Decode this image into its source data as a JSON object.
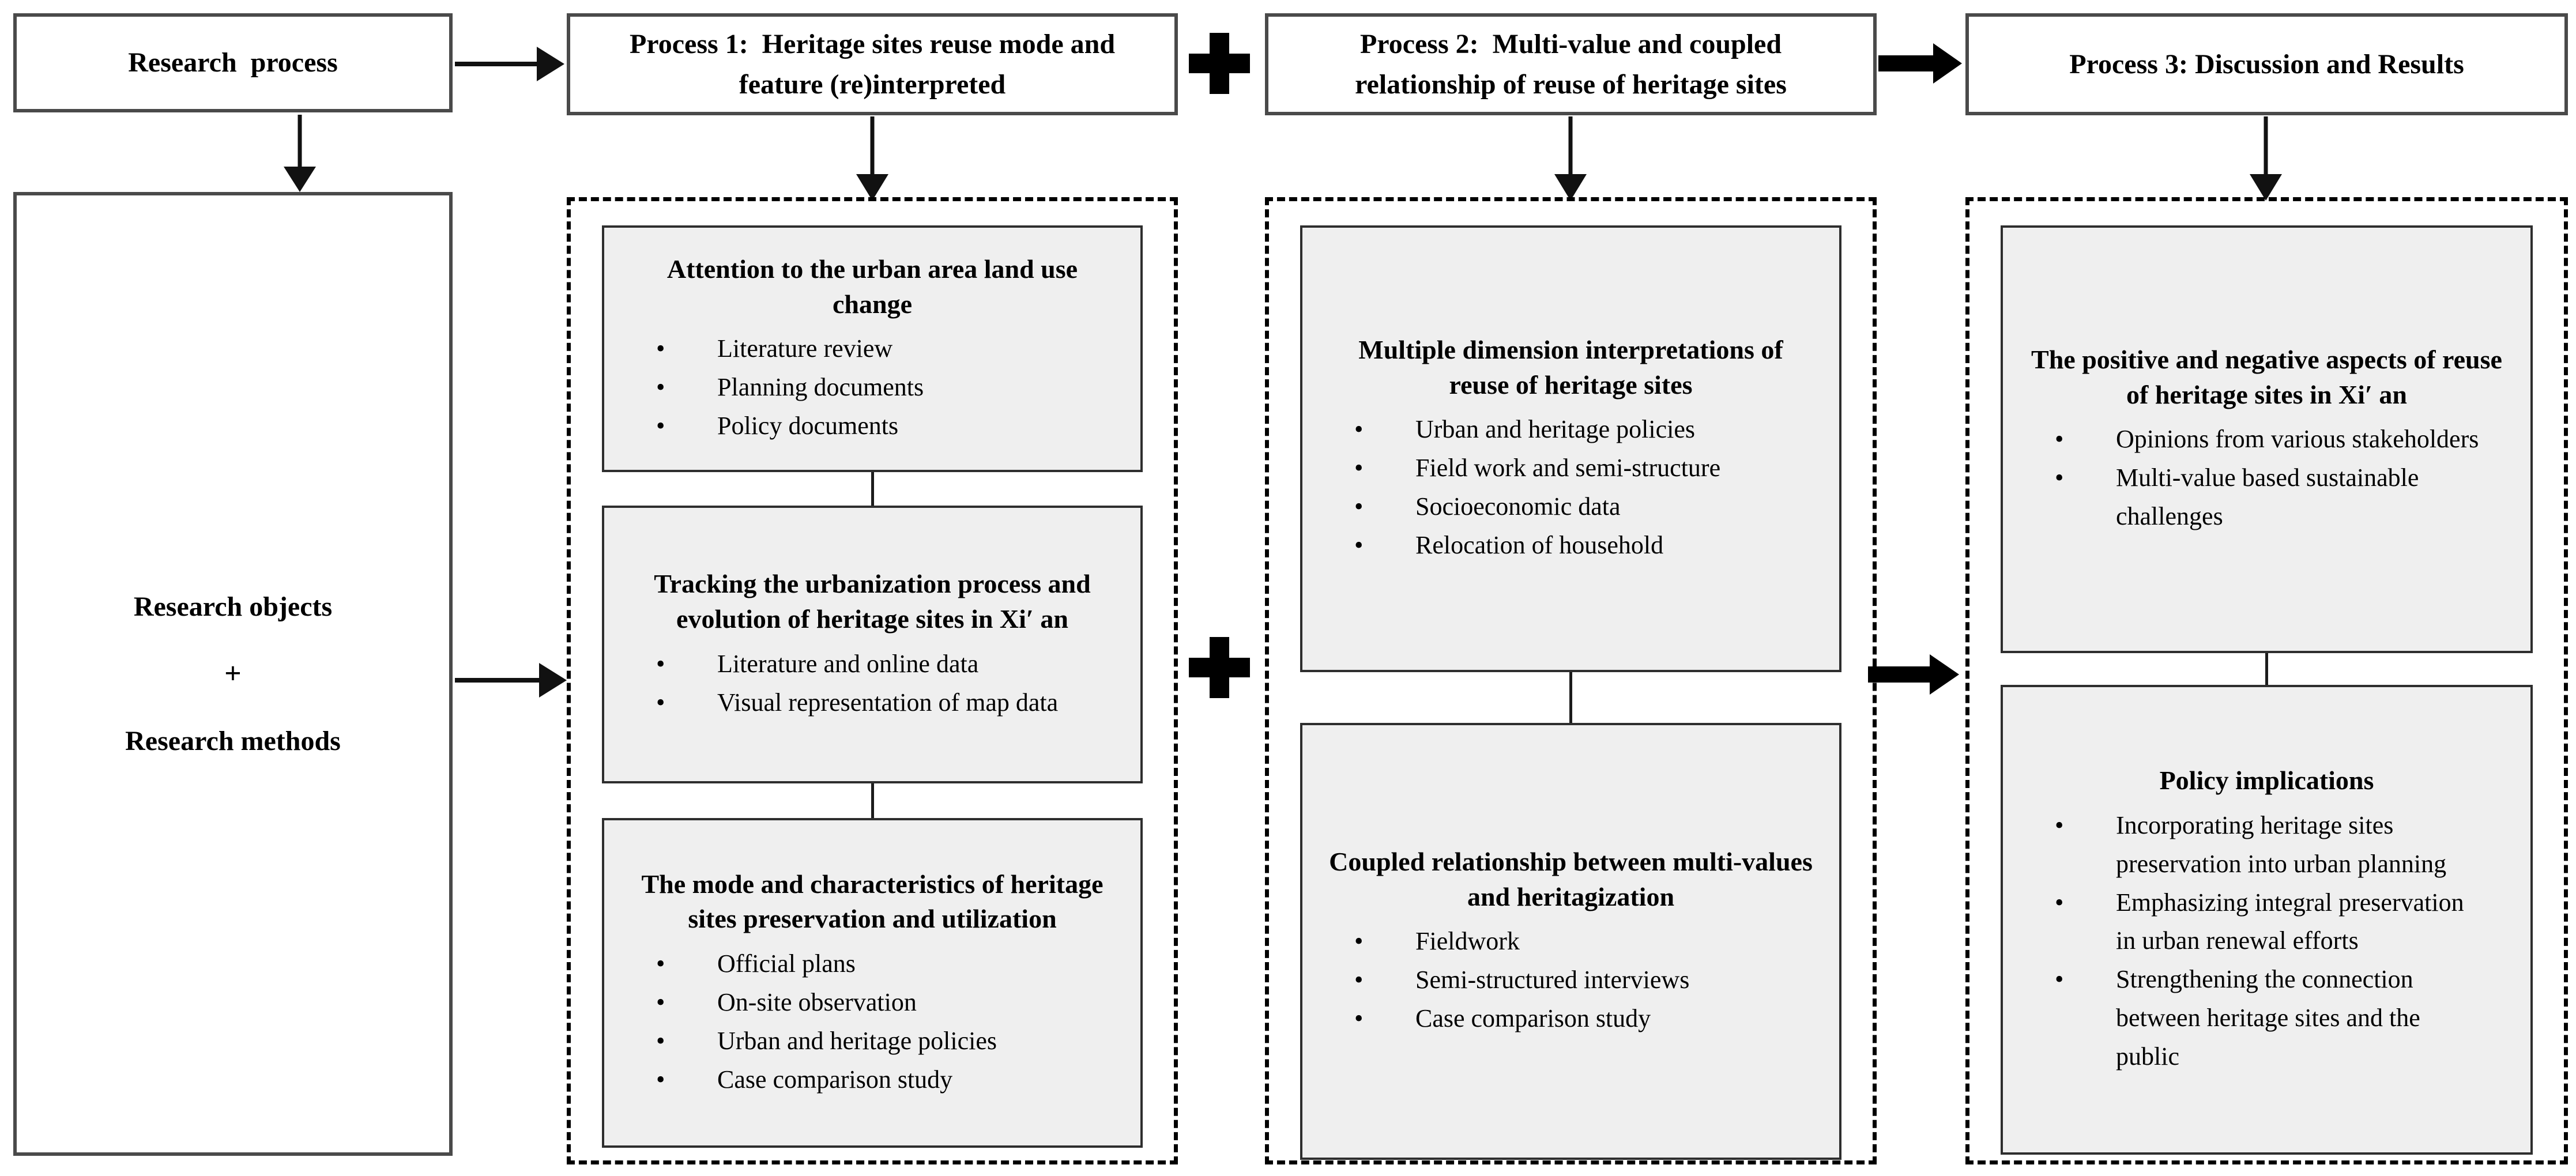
{
  "top_row": {
    "research_process_label": "Research  process",
    "process1_label": "Process 1:  Heritage sites reuse mode and feature (re)interpreted",
    "process2_label": "Process 2:  Multi-value and coupled relationship of reuse of heritage sites",
    "process3_label": "Process 3: Discussion and Results"
  },
  "left_panel": {
    "line1": "Research objects",
    "joiner": "+",
    "line2": "Research methods"
  },
  "icons": {
    "plus_top": "plus-icon",
    "plus_mid": "plus-icon",
    "thin_right_arrow": "arrow-right-icon",
    "thick_right_arrow": "bold-arrow-right-icon",
    "down_arrow": "arrow-down-icon"
  },
  "colors": {
    "box_fill_gray": "#efefef",
    "box_border": "#2e2e2e",
    "outline_border": "#4a4a4a",
    "dashed_border": "#000000",
    "arrow_black": "#111111"
  },
  "columns": {
    "process1": {
      "boxes": [
        {
          "title": "Attention to the urban area land use change",
          "bullets": [
            "Literature review",
            "Planning documents",
            "Policy documents"
          ]
        },
        {
          "title": "Tracking the urbanization process and evolution of heritage sites in Xi′ an",
          "bullets": [
            "Literature and online data",
            "Visual representation of map data"
          ]
        },
        {
          "title": "The mode and characteristics of heritage sites preservation and utilization",
          "bullets": [
            "Official plans",
            "On-site observation",
            "Urban and heritage policies",
            "Case comparison study"
          ]
        }
      ]
    },
    "process2": {
      "boxes": [
        {
          "title": "Multiple dimension interpretations of reuse of heritage sites",
          "bullets": [
            "Urban and heritage policies",
            "Field work and semi-structure",
            "Socioeconomic data",
            "Relocation of household"
          ]
        },
        {
          "title": "Coupled relationship between multi-values and heritagization",
          "bullets": [
            "Fieldwork",
            "Semi-structured interviews",
            "Case comparison study"
          ]
        }
      ]
    },
    "process3": {
      "boxes": [
        {
          "title": "The positive and negative aspects of reuse of heritage sites in Xi′ an",
          "bullets": [
            "Opinions from various stakeholders",
            "Multi-value based sustainable challenges"
          ]
        },
        {
          "title": "Policy implications",
          "bullets": [
            "Incorporating heritage sites preservation into urban planning",
            "Emphasizing integral preservation in urban renewal efforts",
            "Strengthening the connection between heritage sites and the public"
          ]
        }
      ]
    }
  }
}
